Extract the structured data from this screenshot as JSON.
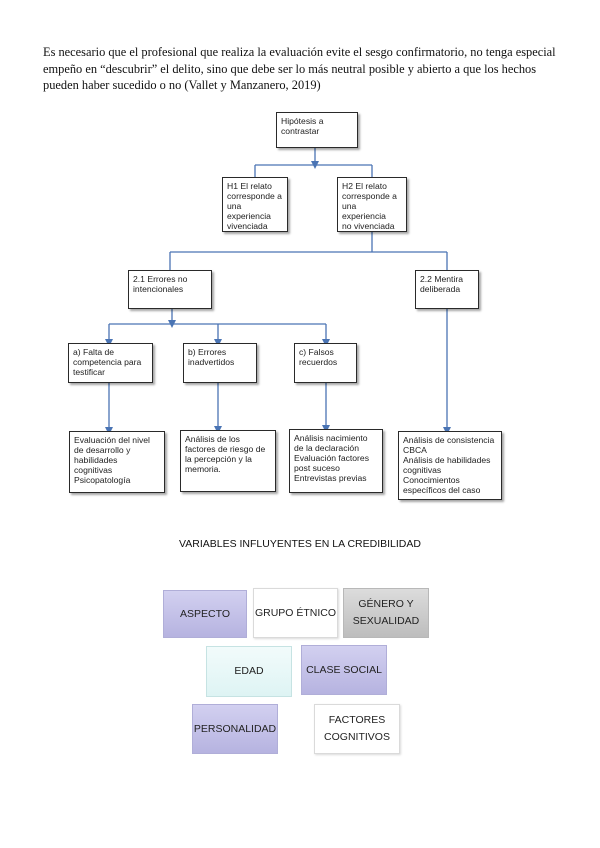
{
  "paragraph": {
    "lines": [
      "Es necesario que el profesional que realiza la evaluación evite el sesgo confirmatorio, no tenga especial",
      "empeño en “descubrir” el delito, sino que debe ser lo más neutral posible y abierto a que los hechos",
      "pueden haber sucedido o no (Vallet y Manzanero, 2019)"
    ]
  },
  "flowchart": {
    "root": "Hipótesis a\ncontrastar",
    "h1": "H1 El relato\ncorresponde a\nuna experiencia\nvivenciada",
    "h2": "H2 El relato\ncorresponde a\nuna experiencia\nno vivenciada",
    "e21": "2.1 Errores no\nintencionales",
    "e22": "2.2 Mentira\ndeliberada",
    "a": "a) Falta de\ncompetencia para\ntestificar",
    "b": "b) Errores\ninadvertidos",
    "c": "c) Falsos\nrecuerdos",
    "ra": "Evaluación del nivel\nde desarrollo y\nhabilidades\ncognitivas\nPsicopatología",
    "rb": "Análisis de los\nfactores de riesgo de\nla percepción y la\nmemoria.",
    "rc": "Análisis nacimiento\nde la declaración\nEvaluación factores\npost suceso\nEntrevistas previas",
    "rd": "Análisis de consistencia\nCBCA\nAnálisis de habilidades\ncognitivas\nConocimientos\nespecíficos del caso",
    "line_color": "#4a74b4"
  },
  "variables": {
    "title": "VARIABLES INFLUYENTES EN LA CREDIBILIDAD",
    "aspecto": "ASPECTO",
    "grupo": "GRUPO ÉTNICO",
    "genero": "GÉNERO Y\nSEXUALIDAD",
    "edad": "EDAD",
    "clase": "CLASE SOCIAL",
    "personalidad": "PERSONALIDAD",
    "factores": "FACTORES\nCOGNITIVOS"
  }
}
